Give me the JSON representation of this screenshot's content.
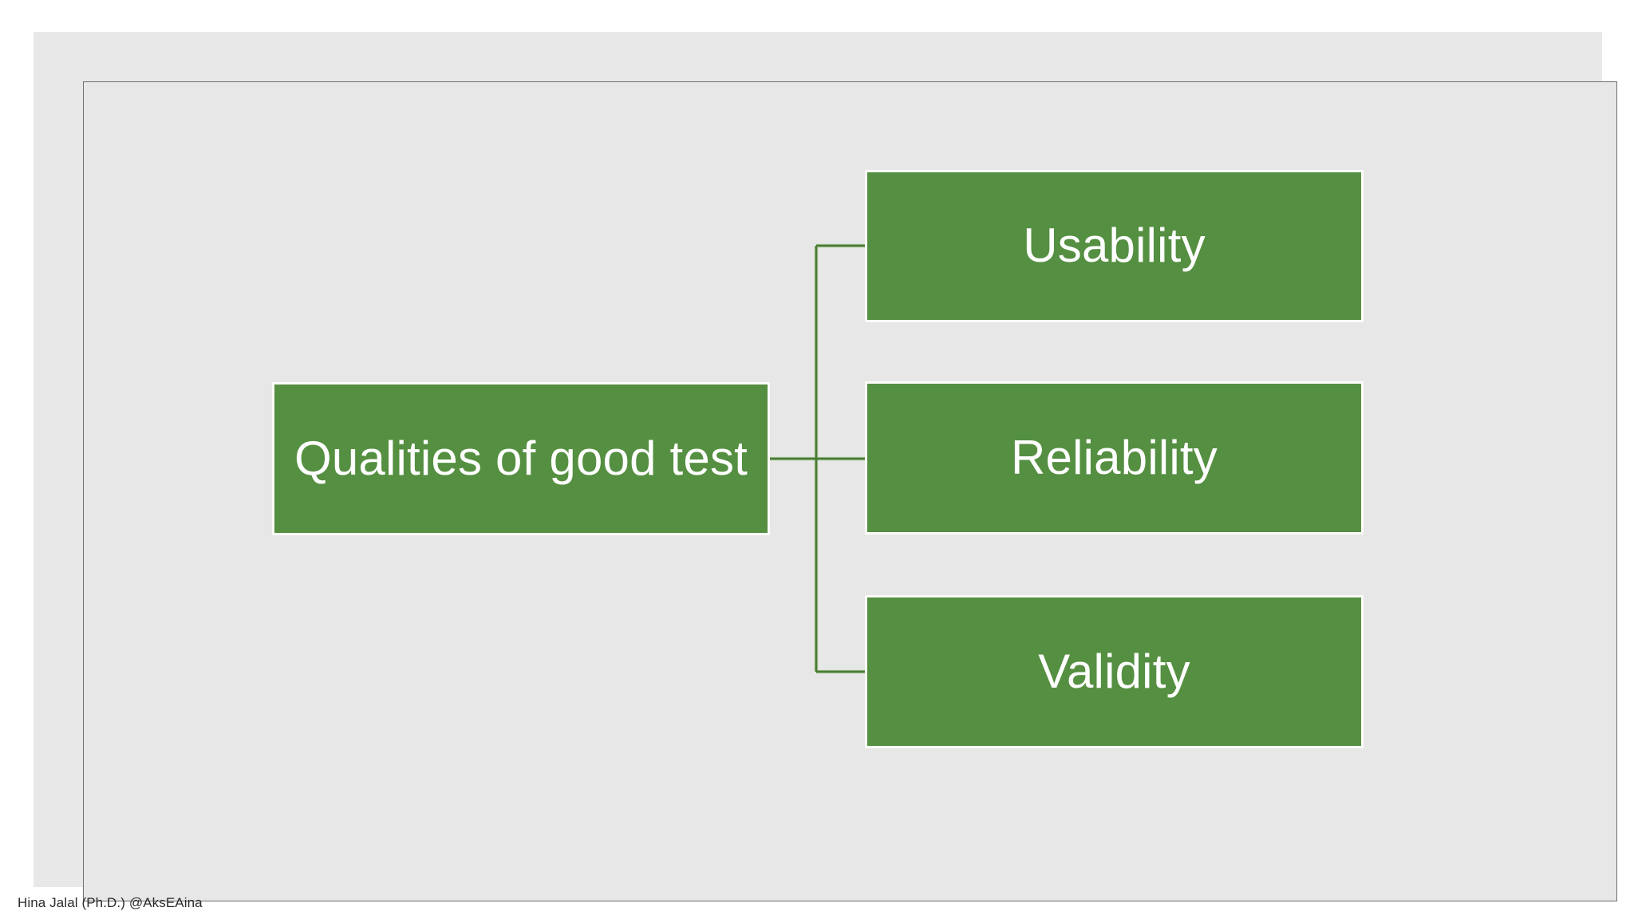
{
  "slide": {
    "frame_background": "#e8e8e8",
    "frame_border_color": "#6e6e6e",
    "page_background": "#ffffff"
  },
  "diagram": {
    "type": "hierarchy",
    "accent_color": "#558F41",
    "connector_color": "#4a7c35",
    "node_text_color": "#ffffff",
    "root": {
      "id": "qualities-of-good-test",
      "label": "Qualities of good test",
      "label_line_1": "Qualities of good",
      "label_line_2": "test"
    },
    "children": [
      {
        "id": "usability",
        "label": "Usability"
      },
      {
        "id": "reliability",
        "label": "Reliability"
      },
      {
        "id": "validity",
        "label": "Validity"
      }
    ]
  },
  "footer": {
    "credit": "Hina Jalal (Ph.D.) @AksEAina"
  }
}
